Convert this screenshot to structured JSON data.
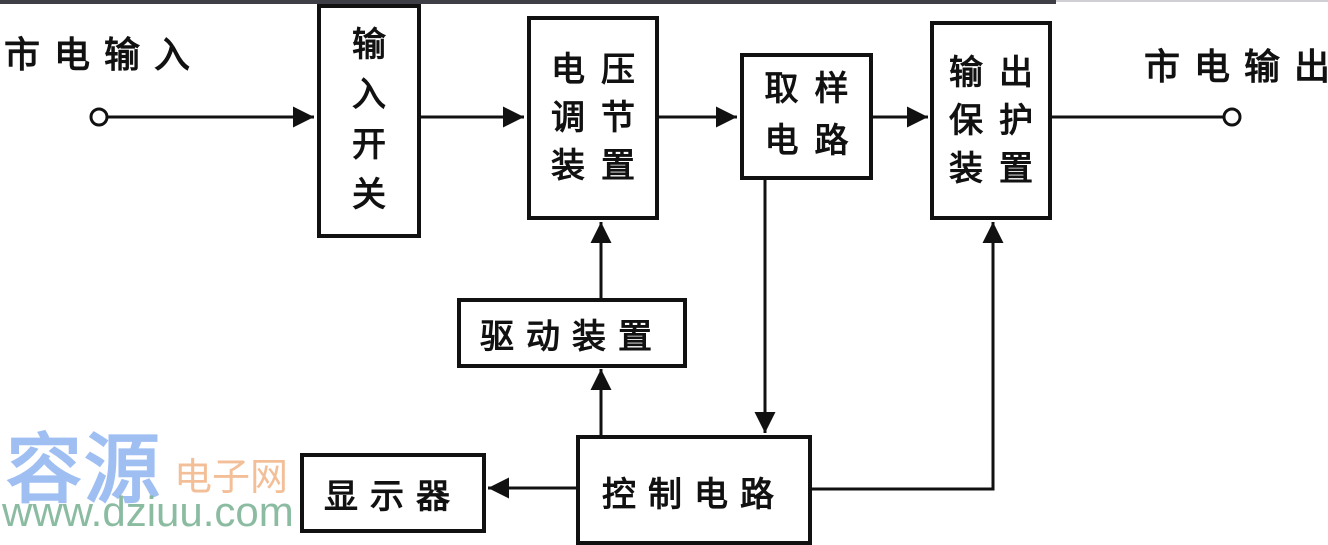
{
  "diagram": {
    "title": "市电稳压电源原理框图",
    "input_label": "市电输入",
    "output_label": "市电输出",
    "blocks": {
      "input_switch": {
        "label": "输入开关",
        "chars": [
          "输",
          "入",
          "开",
          "关"
        ]
      },
      "voltage_regulator": {
        "label": "电压调节装置",
        "col1": [
          "电",
          "调",
          "装"
        ],
        "col2": [
          "压",
          "节",
          "置"
        ]
      },
      "sampling_circuit": {
        "label": "取样电路",
        "col1": [
          "取",
          "电"
        ],
        "col2": [
          "样",
          "路"
        ]
      },
      "output_protection": {
        "label": "输出保护装置",
        "col1": [
          "输",
          "保",
          "装"
        ],
        "col2": [
          "出",
          "护",
          "置"
        ]
      },
      "driver": {
        "label": "驱动装置"
      },
      "control_circuit": {
        "label": "控制电路"
      },
      "display": {
        "label": "显示器"
      }
    },
    "connections": [
      {
        "from": "市电输入",
        "to": "输入开关"
      },
      {
        "from": "输入开关",
        "to": "电压调节装置"
      },
      {
        "from": "电压调节装置",
        "to": "取样电路"
      },
      {
        "from": "取样电路",
        "to": "输出保护装置"
      },
      {
        "from": "输出保护装置",
        "to": "市电输出"
      },
      {
        "from": "取样电路",
        "to": "控制电路"
      },
      {
        "from": "控制电路",
        "to": "驱动装置"
      },
      {
        "from": "驱动装置",
        "to": "电压调节装置"
      },
      {
        "from": "控制电路",
        "to": "显示器"
      },
      {
        "from": "控制电路",
        "to": "输出保护装置"
      }
    ]
  },
  "watermark": {
    "brand": "容源",
    "sub": "电子网",
    "url": "www.dziuu.com"
  },
  "colors": {
    "line": "#111111",
    "watermark_blue": "#8fb4f2",
    "watermark_orange": "#f2b487",
    "watermark_green": "#7fb597"
  }
}
